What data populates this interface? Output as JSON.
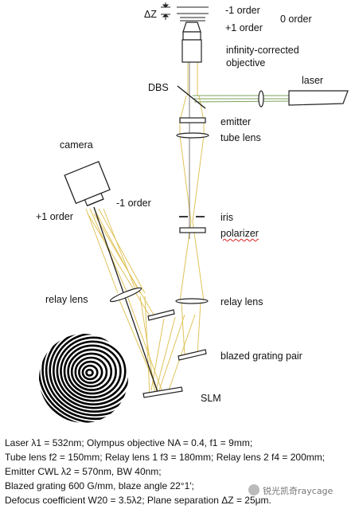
{
  "labels": {
    "delta_z": "ΔZ",
    "minus1_top": "-1 order",
    "zero_order": "0 order",
    "plus1_top": "+1 order",
    "objective_line1": "infinity-corrected",
    "objective_line2": "objective",
    "laser": "laser",
    "dbs": "DBS",
    "emitter": "emitter",
    "tube_lens": "tube lens",
    "camera": "camera",
    "minus1_cam": "-1 order",
    "plus1_cam": "+1 order",
    "iris": "iris",
    "polarizer": "polarizer",
    "relay_left": "relay lens",
    "relay_right": "relay lens",
    "grating": "blazed grating pair",
    "slm": "SLM"
  },
  "caption": [
    "Laser λ1 = 532nm; Olympus objective NA = 0.4, f1 = 9mm;",
    "Tube lens f2 = 150mm; Relay lens 1 f3 = 180mm; Relay lens 2 f4 = 200mm;",
    "Emitter CWL λ2 = 570nm, BW 40nm;",
    "Blazed grating 600 G/mm, blaze angle 22°1′;",
    "Defocus coefficient W20 = 3.5λ2; Plane separation ΔZ = 25μm."
  ],
  "watermark": "锐光凯奇raycage",
  "colors": {
    "beam": "#e0c35a",
    "laser_beam": "#7aa35a",
    "ink": "#222222",
    "squiggle": "#d22222"
  }
}
